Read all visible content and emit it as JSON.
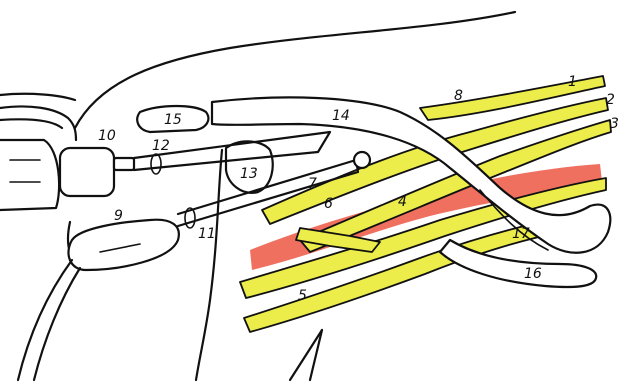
{
  "labels": {
    "l1": "1",
    "l2": "2",
    "l3": "3",
    "l4": "4",
    "l5": "5",
    "l6": "6",
    "l7": "7",
    "l8": "8",
    "l9": "9",
    "l10": "10",
    "l11": "11",
    "l12": "12",
    "l13": "13",
    "l14": "14",
    "l15": "15",
    "l16": "16",
    "l17": "17"
  },
  "colors": {
    "nerve": "#ecec4a",
    "artery": "#f07060",
    "ink": "#111111"
  }
}
